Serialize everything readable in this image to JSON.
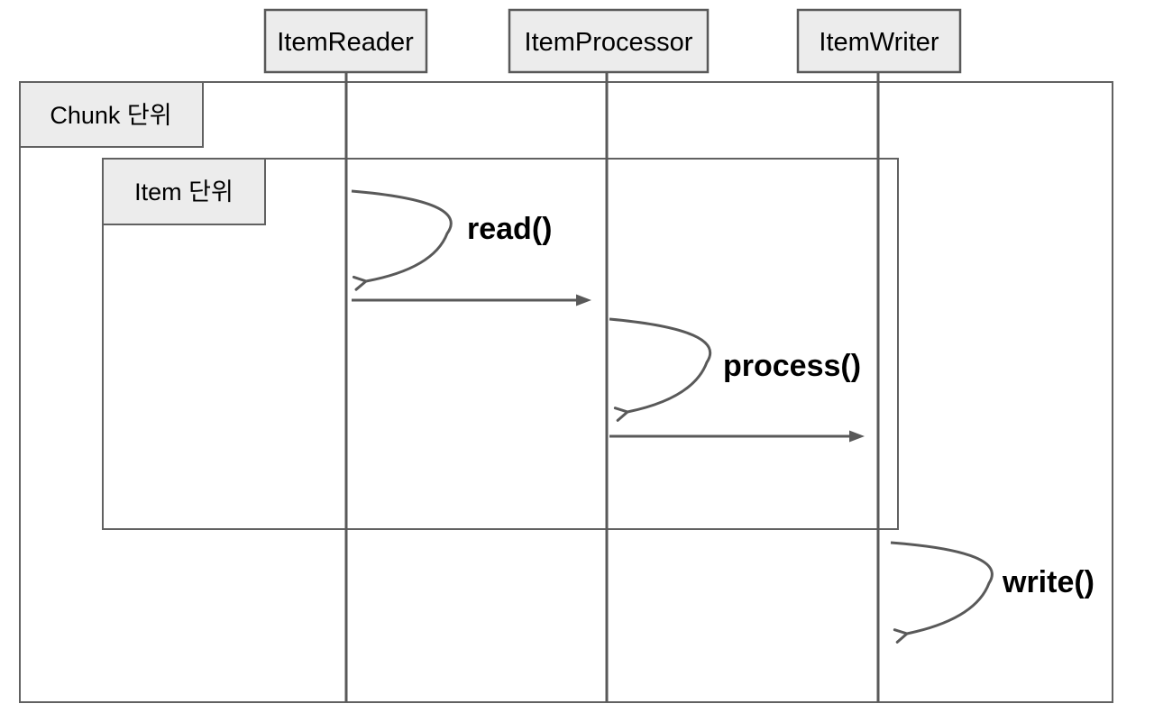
{
  "diagram": {
    "type": "sequence-diagram",
    "actors": [
      {
        "label": "ItemReader"
      },
      {
        "label": "ItemProcessor"
      },
      {
        "label": "ItemWriter"
      }
    ],
    "frames": {
      "chunk": {
        "label": "Chunk 단위"
      },
      "item": {
        "label": "Item 단위"
      }
    },
    "messages": {
      "read": {
        "label": "read()",
        "kind": "self-call",
        "on": "ItemReader"
      },
      "reader_to_processor": {
        "label": "",
        "kind": "arrow",
        "from": "ItemReader",
        "to": "ItemProcessor"
      },
      "process": {
        "label": "process()",
        "kind": "self-call",
        "on": "ItemProcessor"
      },
      "processor_to_writer": {
        "label": "",
        "kind": "arrow",
        "from": "ItemProcessor",
        "to": "ItemWriter"
      },
      "write": {
        "label": "write()",
        "kind": "self-call",
        "on": "ItemWriter"
      }
    },
    "colors": {
      "background": "#ffffff",
      "box_fill": "#ececec",
      "line": "#595959",
      "frame_line": "#616161",
      "text": "#000000"
    }
  }
}
